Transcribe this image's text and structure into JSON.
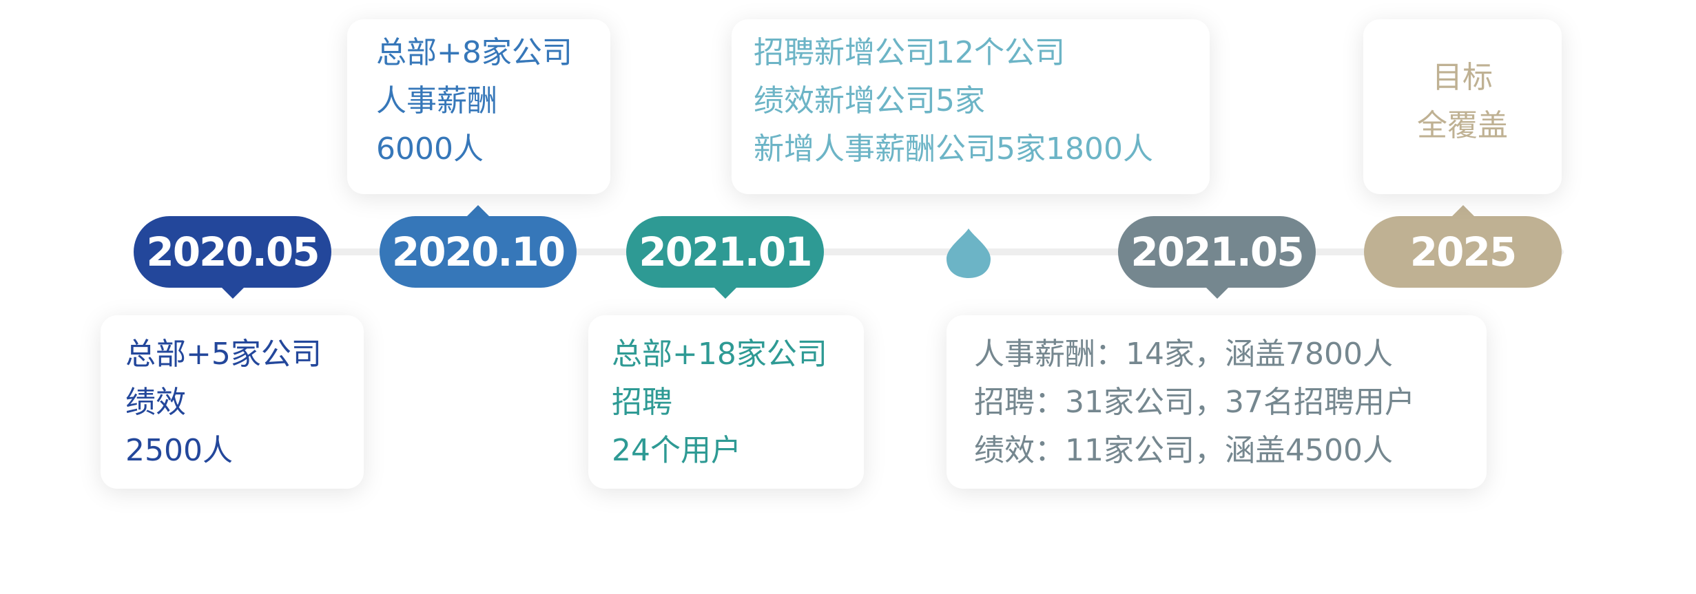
{
  "milestones": [
    {
      "date": "2020.05",
      "color": "#23479b",
      "lines": [
        "总部+5家公司",
        "绩效",
        "2500人"
      ]
    },
    {
      "date": "2020.10",
      "color": "#3677b9",
      "lines": [
        "总部+8家公司",
        "人事薪酬",
        "6000人"
      ]
    },
    {
      "date": "2021.01",
      "color": "#2e9a94",
      "lines": [
        "总部+18家公司",
        "招聘",
        "24个用户"
      ]
    },
    {
      "date": "",
      "color": "#6cb4c6",
      "lines": [
        "招聘新增公司12个公司",
        "绩效新增公司5家",
        "新增人事薪酬公司5家1800人"
      ]
    },
    {
      "date": "2021.05",
      "color": "#75878f",
      "lines": [
        "人事薪酬：14家，涵盖7800人",
        "招聘：31家公司，37名招聘用户",
        "绩效：11家公司，涵盖4500人"
      ]
    },
    {
      "date": "2025",
      "color": "#bfb193",
      "lines": [
        "目标",
        "全覆盖"
      ]
    }
  ]
}
